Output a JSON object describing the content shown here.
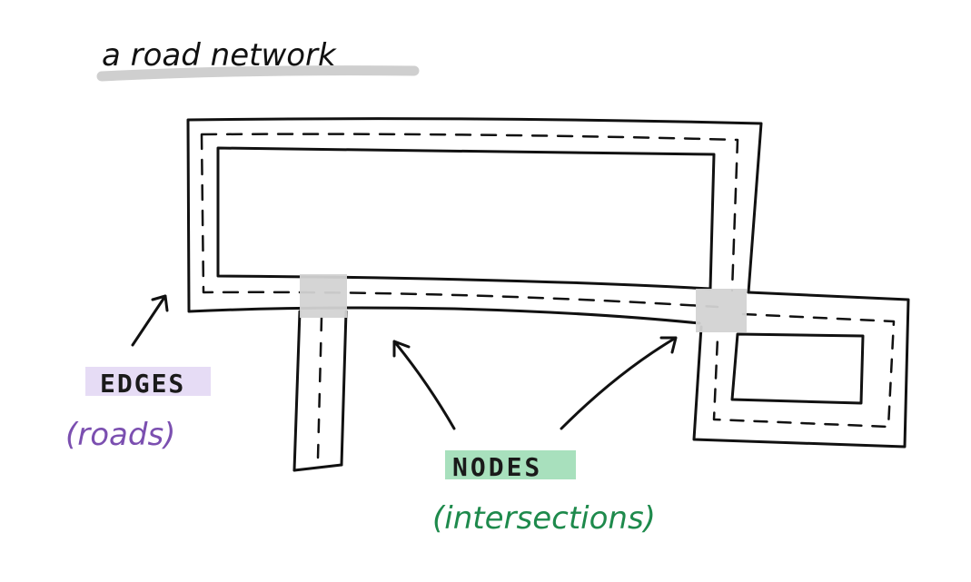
{
  "title": "a road network",
  "edges": {
    "label": "EDGES",
    "sublabel": "(roads)",
    "highlight_color": "#e6dcf5",
    "text_color": "#1a1a1a",
    "sub_color": "#7b4fb0"
  },
  "nodes": {
    "label": "NODES",
    "sublabel": "(intersections)",
    "highlight_color": "#a8e0bd",
    "text_color": "#1a1a1a",
    "sub_color": "#1e8a4c"
  },
  "colors": {
    "ink": "#111111",
    "title_underline": "#cfcfcf",
    "node_fill": "#d3d3d3"
  }
}
